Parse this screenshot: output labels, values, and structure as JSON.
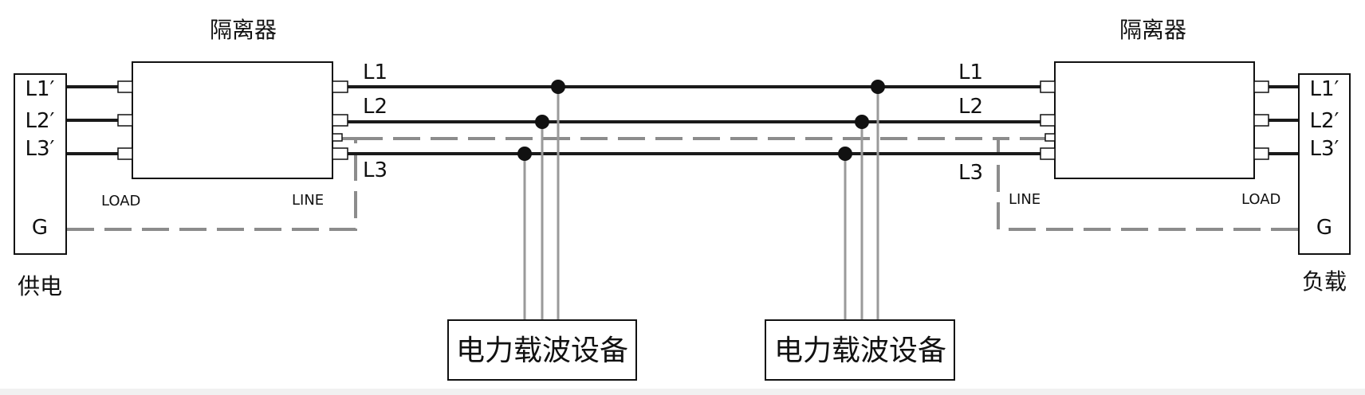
{
  "isolator_left": {
    "title": "隔离器",
    "load": "LOAD",
    "line": "LINE"
  },
  "isolator_right": {
    "title": "隔离器",
    "load": "LOAD",
    "line": "LINE"
  },
  "supply": {
    "label": "供电",
    "terminals": [
      "L1′",
      "L2′",
      "L3′"
    ],
    "ground": "G"
  },
  "load_side": {
    "label": "负载",
    "terminals": [
      "L1′",
      "L2′",
      "L3′"
    ],
    "ground": "G"
  },
  "lines": {
    "left": [
      "L1",
      "L2",
      "L3"
    ],
    "right": [
      "L1",
      "L2",
      "L3"
    ]
  },
  "carrier_devices": [
    "电力载波设备",
    "电力载波设备"
  ],
  "colors": {
    "line": "#1a1a1a",
    "ground_dash": "#8c8c8c",
    "device_feed": "#9a9a9a"
  }
}
